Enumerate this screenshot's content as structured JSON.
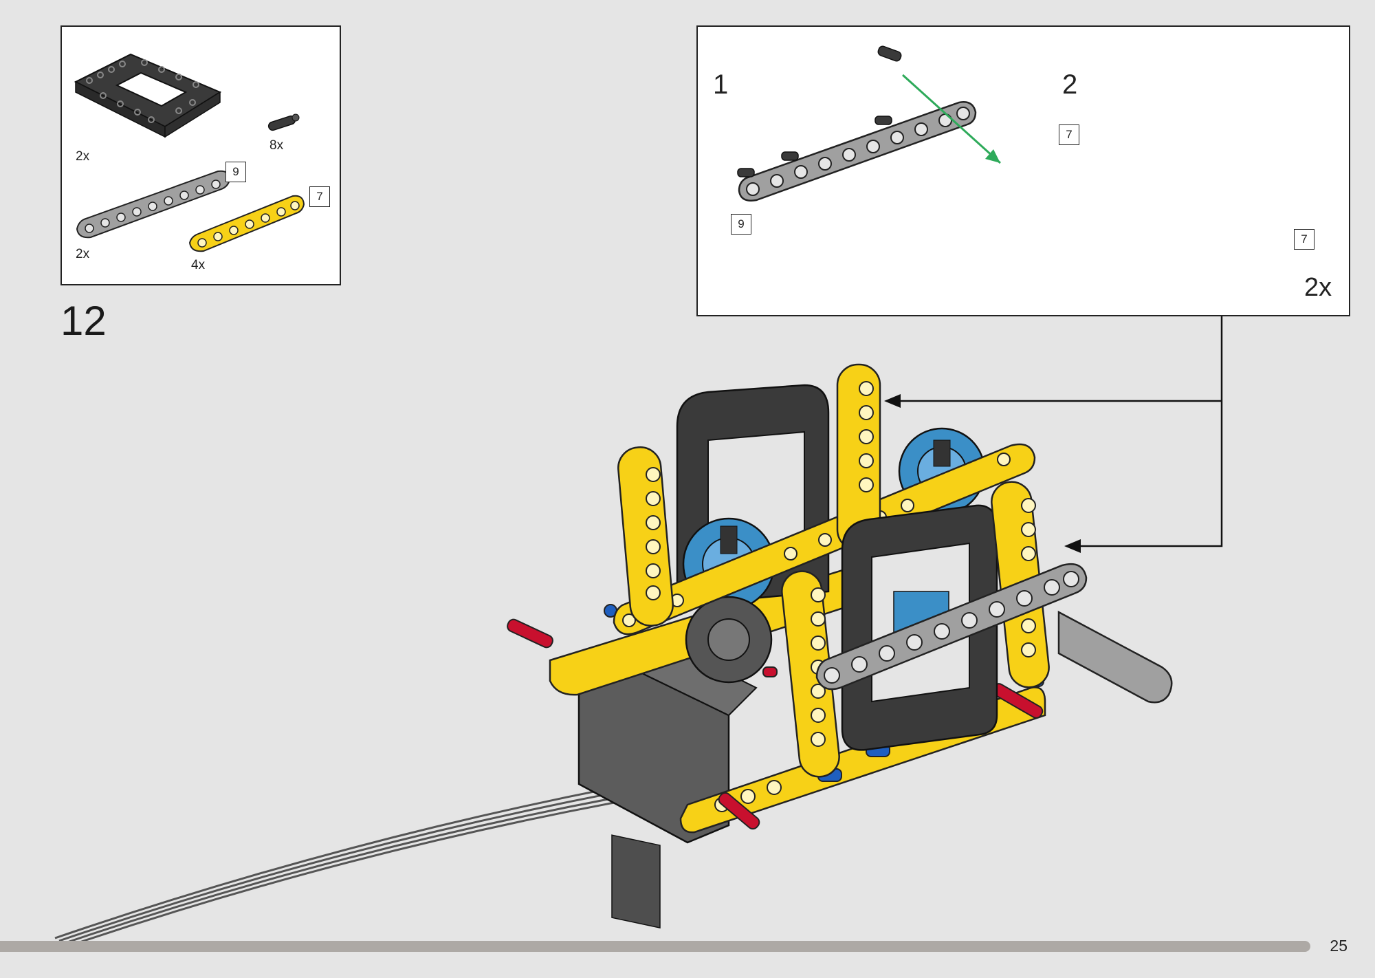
{
  "parts_list": {
    "items": [
      {
        "count": "2x",
        "part": "frame",
        "color": "#3a3a3a"
      },
      {
        "count": "8x",
        "part": "connector-pin",
        "color": "#3a3a3a"
      },
      {
        "count": "2x",
        "part": "beam",
        "length": "9",
        "color": "#a0a0a0"
      },
      {
        "count": "4x",
        "part": "beam",
        "length": "7",
        "color": "#f7d117"
      }
    ]
  },
  "step": {
    "number": "12"
  },
  "callout": {
    "substep_1": "1",
    "substep_1_length": "9",
    "substep_2": "2",
    "substep_2_length_left": "7",
    "substep_2_length_right": "7",
    "multiplier": "2x"
  },
  "colors": {
    "yellow": "#f7d117",
    "dark_grey": "#3a3a3a",
    "light_grey": "#a0a0a0",
    "medium_azure": "#3b8fc7",
    "red": "#c8102e",
    "blue": "#1f5fbf",
    "arrow_green": "#2eaa5a",
    "footer_bar": "#ada9a5"
  },
  "page": {
    "number": "25"
  }
}
